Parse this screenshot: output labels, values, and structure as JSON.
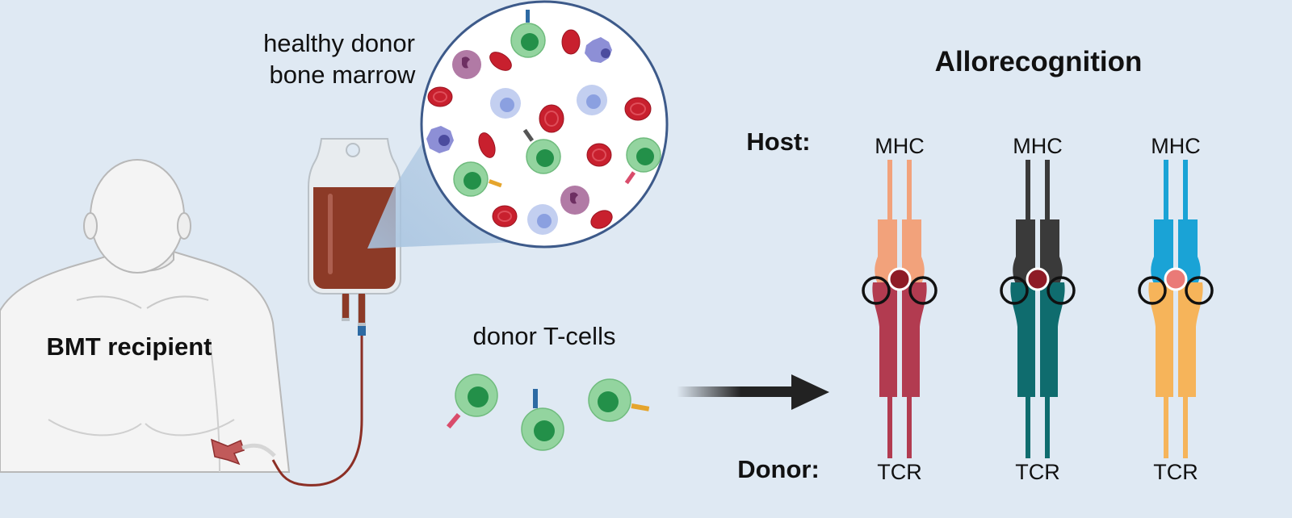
{
  "labels": {
    "healthy_donor_line1": "healthy donor",
    "healthy_donor_line2": "bone marrow",
    "bmt_recipient": "BMT recipient",
    "donor_tcells": "donor T-cells",
    "allorecognition": "Allorecognition",
    "host": "Host:",
    "donor": "Donor:"
  },
  "pairs": [
    {
      "mhc_label": "MHC",
      "tcr_label": "TCR",
      "mhc_color": "#f2a27b",
      "tcr_color": "#b23b50",
      "peptide_color": "#8e1b26"
    },
    {
      "mhc_label": "MHC",
      "tcr_label": "TCR",
      "mhc_color": "#3a3a3a",
      "tcr_color": "#0f6c6e",
      "peptide_color": "#8e1b26"
    },
    {
      "mhc_label": "MHC",
      "tcr_label": "TCR",
      "mhc_color": "#1aa3d6",
      "tcr_color": "#f6b45a",
      "peptide_color": "#ea7a77"
    }
  ],
  "colors": {
    "background": "#dfe9f3",
    "blood": "#8c3a27",
    "rbc": "#c8202e",
    "tcell_outer": "#93d49f",
    "tcell_inner": "#239049",
    "lymph_outer": "#c3cff0",
    "lymph_inner": "#8ba0e0",
    "circle_border": "#3d5a8a"
  },
  "icons": [
    "human-body-icon",
    "blood-bag-icon",
    "magnified-marrow-icon",
    "t-cell-icon",
    "arrow-right-icon"
  ]
}
